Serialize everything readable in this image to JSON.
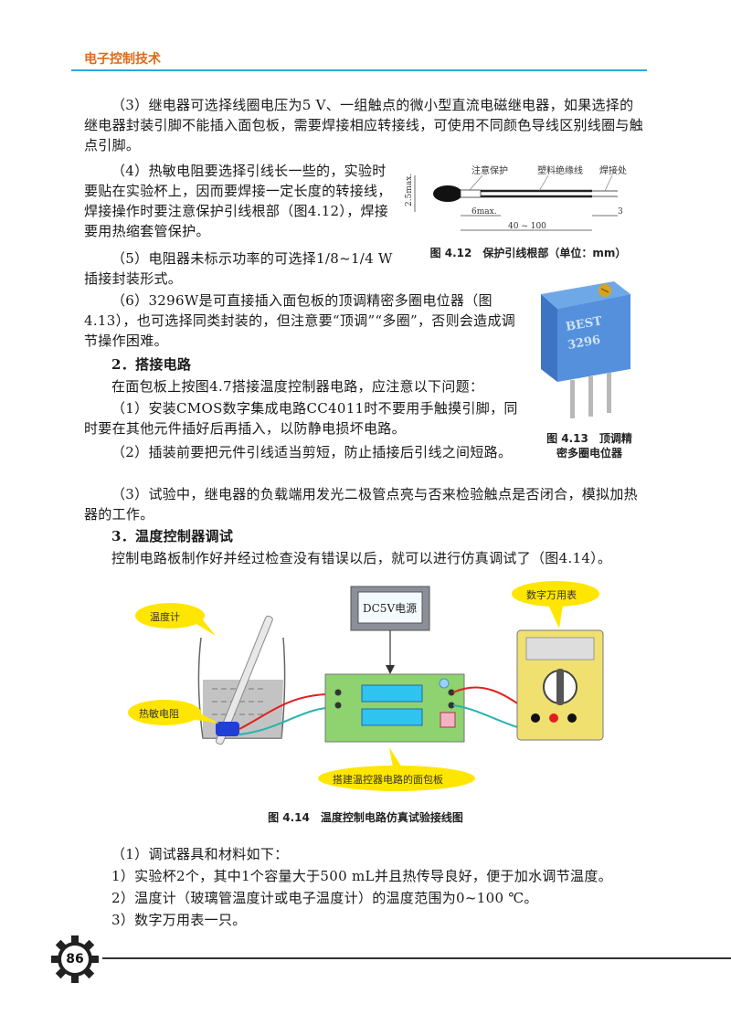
{
  "header": {
    "book_title": "电子控制技术"
  },
  "body": {
    "p1": "（3）继电器可选择线圈电压为5 V、一组触点的微小型直流电磁继电器，如果选择的继电器封装引脚不能插入面包板，需要焊接相应转接线，可使用不同颜色导线区别线圈与触点引脚。",
    "p2": "（4）热敏电阻要选择引线长一些的，实验时要贴在实验杯上，因而要焊接一定长度的转接线，焊接操作时要注意保护引线根部（图4.12），焊接要用热缩套管保护。",
    "p3": "（5）电阻器未标示功率的可选择1/8~1/4 W插接封装形式。",
    "p4": "（6）3296W是可直接插入面包板的顶调精密多圈电位器（图4.13），也可选择同类封装的，但注意要“顶调”“多圈”，否则会造成调节操作困难。",
    "h2": "2．搭接电路",
    "p5": "在面包板上按图4.7搭接温度控制器电路，应注意以下问题：",
    "p6": "（1）安装CMOS数字集成电路CC4011时不要用手触摸引脚，同时要在其他元件插好后再插入，以防静电损坏电路。",
    "p7": "（2）插装前要把元件引线适当剪短，防止插接后引线之间短路。",
    "p8": "（3）试验中，继电器的负载端用发光二极管点亮与否来检验触点是否闭合，模拟加热器的工作。",
    "h3": "3．温度控制器调试",
    "p9": "控制电路板制作好并经过检查没有错误以后，就可以进行仿真调试了（图4.14）。",
    "p10": "（1）调试器具和材料如下：",
    "p11": "1）实验杯2个，其中1个容量大于500 mL并且热传导良好，便于加水调节温度。",
    "p12": "2）温度计（玻璃管温度计或电子温度计）的温度范围为0~100 ℃。",
    "p13": "3）数字万用表一只。"
  },
  "figure_4_12": {
    "caption": "图 4.12　保护引线根部（单位：mm）",
    "label_attention": "注意保护",
    "label_insulation": "塑料绝缘线",
    "label_solder": "焊接处",
    "dim_height": "2.5max.",
    "dim_6": "6max.",
    "dim_range": "40 ~ 100",
    "dim_3": "3"
  },
  "figure_4_13": {
    "caption_line1": "图 4.13　顶调精",
    "caption_line2": "密多圈电位器",
    "marking1": "BEST",
    "marking2": "3296"
  },
  "figure_4_14": {
    "caption": "图 4.14　温度控制电路仿真试验接线图",
    "label_power": "DC5V电源",
    "label_thermometer": "温度计",
    "label_thermistor": "热敏电阻",
    "label_multimeter": "数字万用表",
    "label_breadboard": "搭建温控器电路的面包板"
  },
  "footer": {
    "page_number": "86"
  },
  "colors": {
    "header_orange": "#e06a1a",
    "header_rule": "#2aa9d6",
    "callout_yellow": "#ffe600",
    "breadboard_green": "#8ed36f"
  }
}
